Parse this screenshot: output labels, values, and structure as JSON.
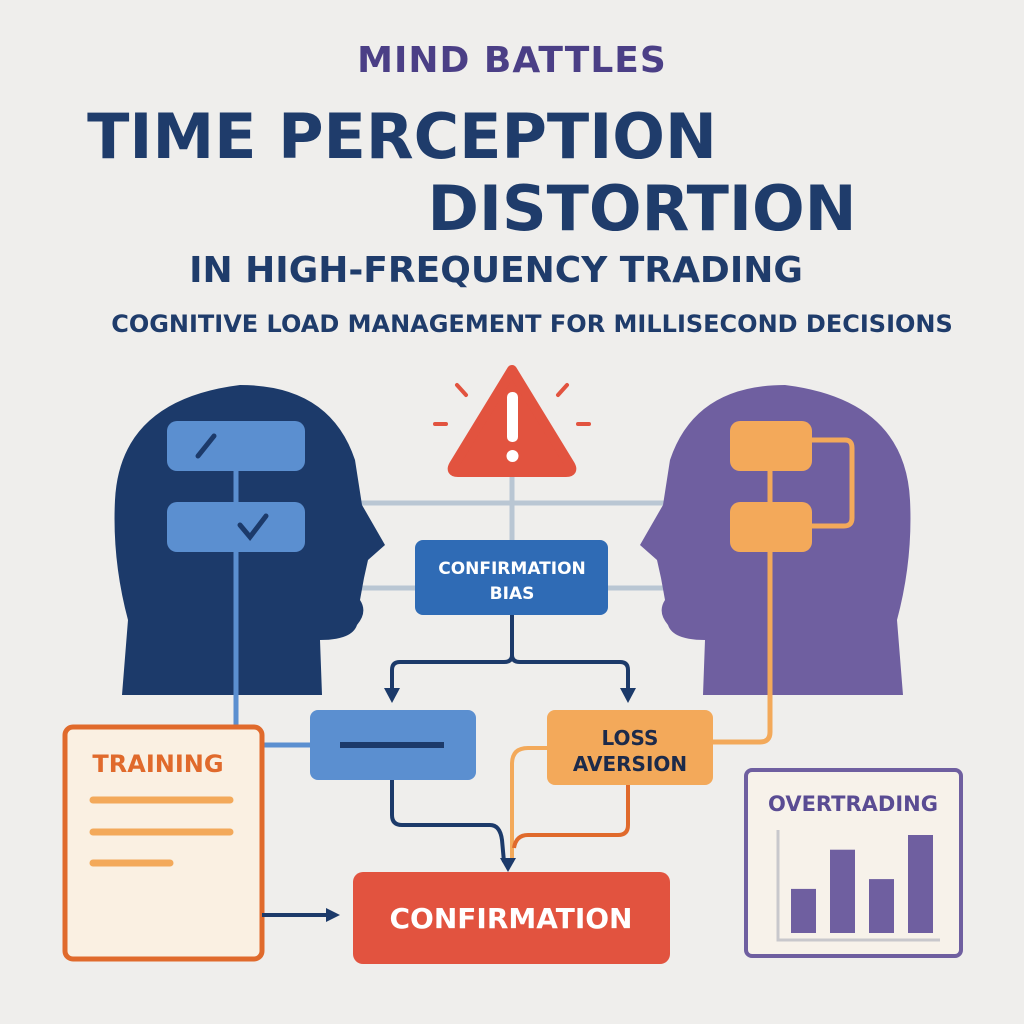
{
  "header": {
    "series": "MIND BATTLES",
    "title_line1": "TIME PERCEPTION",
    "title_line2": "DISTORTION",
    "title_line3": "IN HIGH-FREQUENCY TRADING",
    "subtitle": "COGNITIVE LOAD MANAGEMENT FOR MILLISECOND DECISIONS"
  },
  "diagram": {
    "center_box": {
      "line1": "CONFIRMATION",
      "line2": "BIAS"
    },
    "loss_box": {
      "line1": "LOSS",
      "line2": "AVERSION"
    },
    "training": {
      "label": "TRAINING"
    },
    "bottom_box": {
      "label": "CONFIRMATION"
    },
    "overtrading": {
      "label": "OVERTRADING",
      "bar_levels": [
        0.45,
        0.85,
        0.55,
        1.0
      ]
    }
  },
  "colors": {
    "navy": "#1c3a6a",
    "purple": "#6f5fa0",
    "blue": "#2f6bb5",
    "light_blue": "#5b8fd0",
    "orange": "#f3a95a",
    "red": "#e2533f",
    "dark_orange": "#e06a2c"
  }
}
